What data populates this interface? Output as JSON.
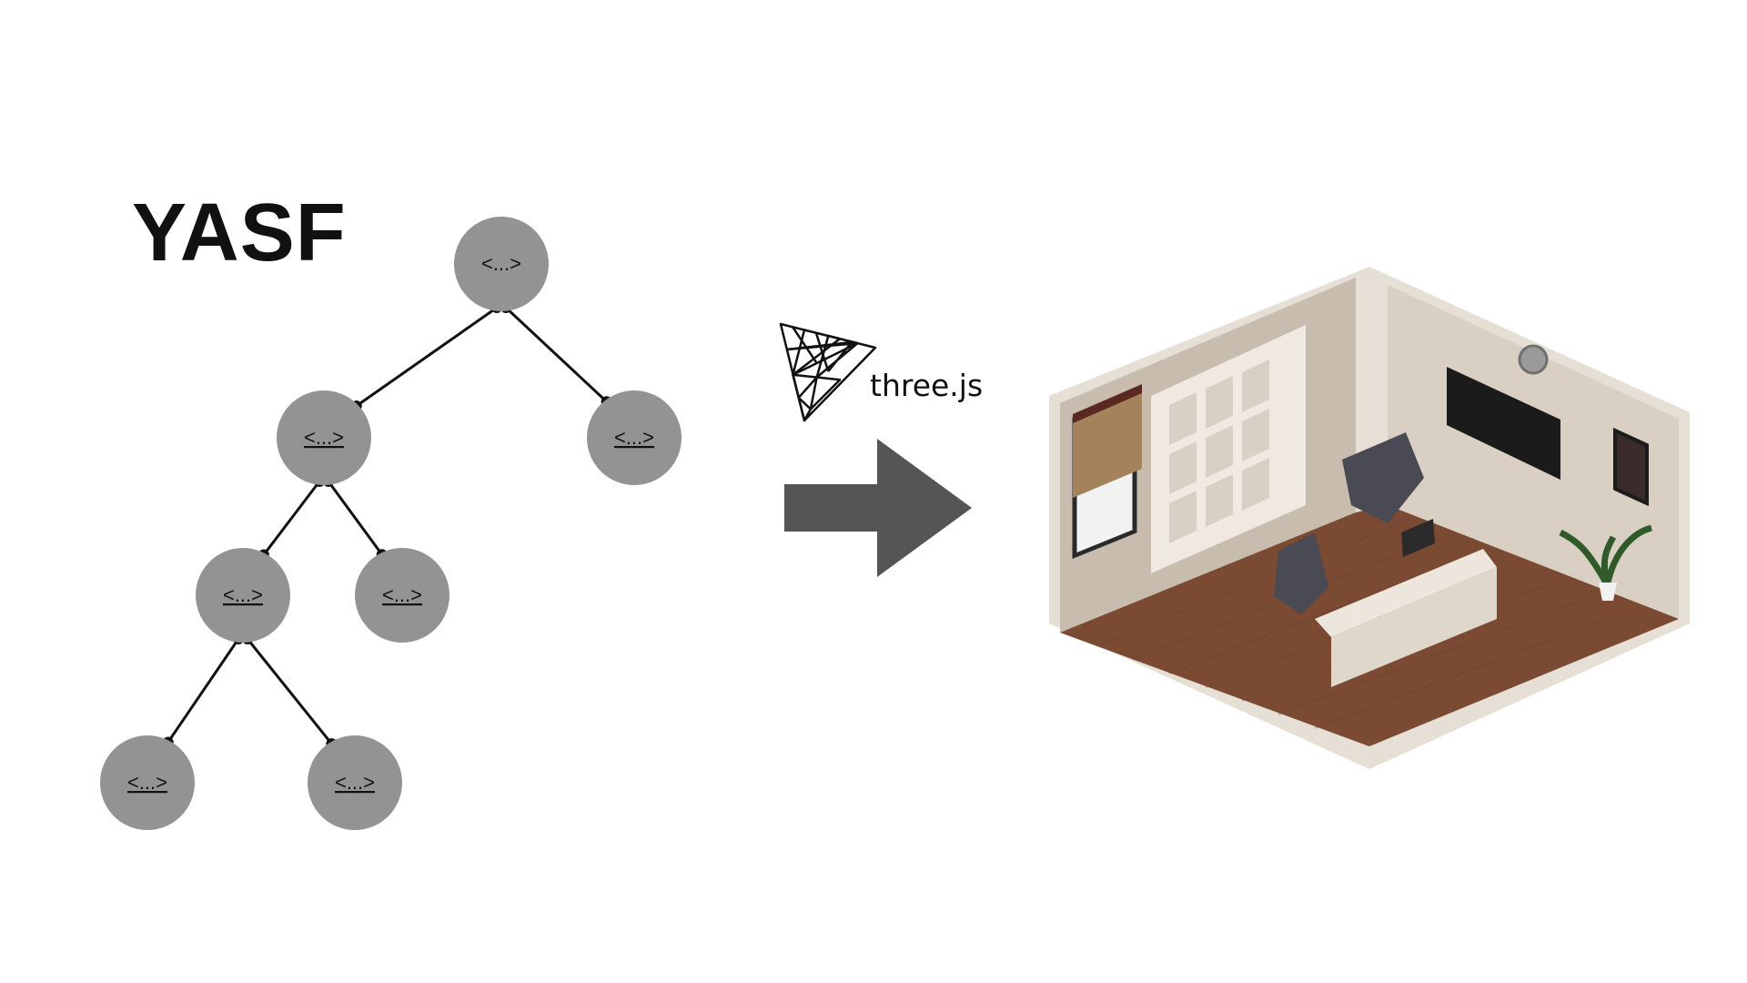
{
  "title": "YASF",
  "tree": {
    "node_label": "<...>",
    "nodes": [
      {
        "id": "n1",
        "underlined": false
      },
      {
        "id": "n2",
        "underlined": true
      },
      {
        "id": "n3",
        "underlined": true
      },
      {
        "id": "n4",
        "underlined": true
      },
      {
        "id": "n5",
        "underlined": true
      },
      {
        "id": "n6",
        "underlined": true
      },
      {
        "id": "n7",
        "underlined": true
      }
    ],
    "edges": [
      [
        "n1",
        "n2"
      ],
      [
        "n1",
        "n3"
      ],
      [
        "n2",
        "n4"
      ],
      [
        "n2",
        "n5"
      ],
      [
        "n4",
        "n6"
      ],
      [
        "n4",
        "n7"
      ]
    ]
  },
  "library": {
    "label": "three.js",
    "icon": "threejs-logo-icon"
  },
  "arrow": {
    "icon": "right-arrow-icon",
    "color": "#555555"
  },
  "scene": {
    "icon": "isometric-room-render",
    "content": "3D rendered office room"
  },
  "colors": {
    "node_fill": "#939393",
    "edge": "#111111",
    "title": "#111111"
  }
}
